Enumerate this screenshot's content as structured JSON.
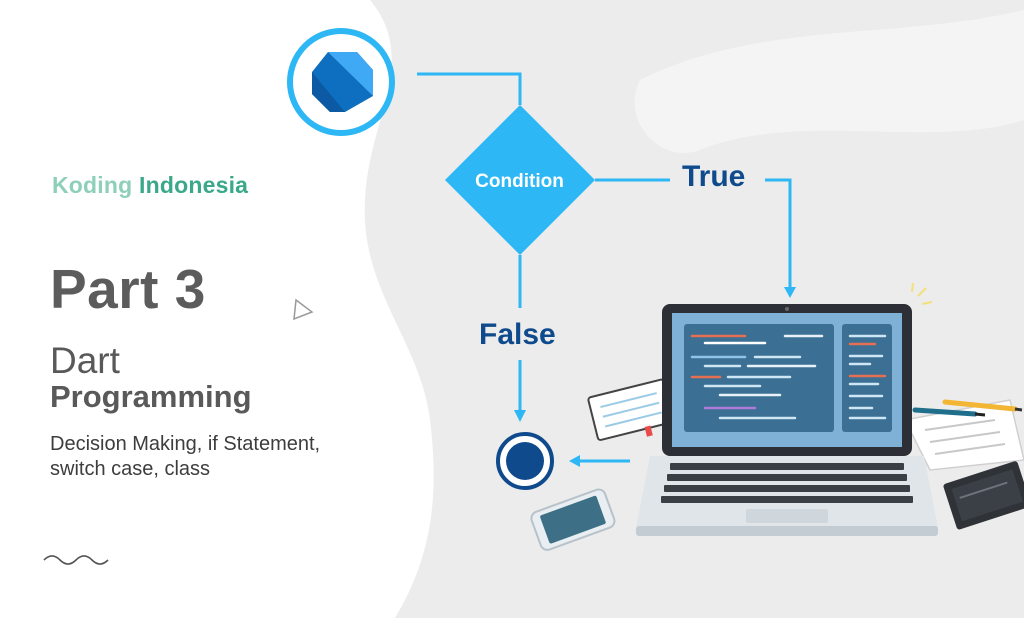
{
  "brand": {
    "part1": "Koding",
    "part2": "Indonesia"
  },
  "heading": {
    "part": "Part 3",
    "language": "Dart",
    "subject": "Programming",
    "description_line1": "Decision Making, if Statement,",
    "description_line2": "switch case, class"
  },
  "flowchart": {
    "condition_label": "Condition",
    "true_label": "True",
    "false_label": "False"
  },
  "colors": {
    "accent_blue": "#2db7f5",
    "dark_blue": "#0e4a8c",
    "brand_light": "#8ecfb9",
    "brand_dark": "#3aa889",
    "text_gray": "#5c5c5c"
  },
  "icons": [
    "dart-logo-icon",
    "end-node-icon",
    "laptop-icon",
    "smartphone-icon",
    "notebook-icon",
    "pen-icon",
    "pencil-icon",
    "paper-sheet-icon",
    "squiggle-decoration-icon",
    "triangle-outline-icon"
  ]
}
